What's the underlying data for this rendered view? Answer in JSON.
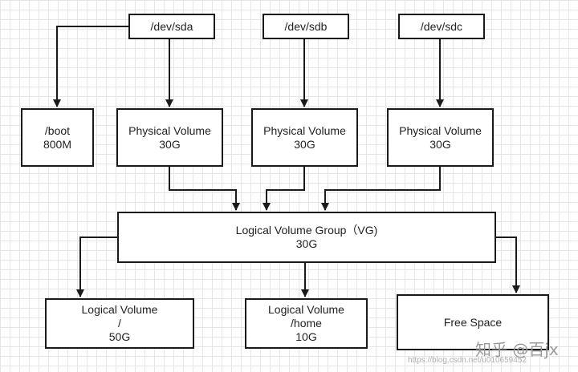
{
  "diagram": {
    "nodes": {
      "sda": {
        "lines": [
          "/dev/sda"
        ]
      },
      "sdb": {
        "lines": [
          "/dev/sdb"
        ]
      },
      "sdc": {
        "lines": [
          "/dev/sdc"
        ]
      },
      "boot": {
        "lines": [
          "/boot",
          "800M"
        ]
      },
      "pv1": {
        "lines": [
          "Physical Volume",
          "30G"
        ]
      },
      "pv2": {
        "lines": [
          "Physical Volume",
          "30G"
        ]
      },
      "pv3": {
        "lines": [
          "Physical Volume",
          "30G"
        ]
      },
      "vg": {
        "lines": [
          "Logical Volume Group（VG)",
          "30G"
        ]
      },
      "lv_root": {
        "lines": [
          "Logical Volume",
          "/",
          "50G"
        ]
      },
      "lv_home": {
        "lines": [
          "Logical Volume",
          "/home",
          "10G"
        ]
      },
      "free": {
        "lines": [
          "Free Space"
        ]
      }
    },
    "edges": [
      {
        "from": "sda",
        "to": "boot"
      },
      {
        "from": "sda",
        "to": "pv1"
      },
      {
        "from": "sdb",
        "to": "pv2"
      },
      {
        "from": "sdc",
        "to": "pv3"
      },
      {
        "from": "pv1",
        "to": "vg"
      },
      {
        "from": "pv2",
        "to": "vg"
      },
      {
        "from": "pv3",
        "to": "vg"
      },
      {
        "from": "vg",
        "to": "lv_root"
      },
      {
        "from": "vg",
        "to": "lv_home"
      },
      {
        "from": "vg",
        "to": "free"
      }
    ]
  },
  "watermark": {
    "text": "知乎 @百jx",
    "url": "https://blog.csdn.net/u010659452"
  },
  "colors": {
    "line": "#1a1a1a",
    "grid": "#e6e6e6"
  }
}
